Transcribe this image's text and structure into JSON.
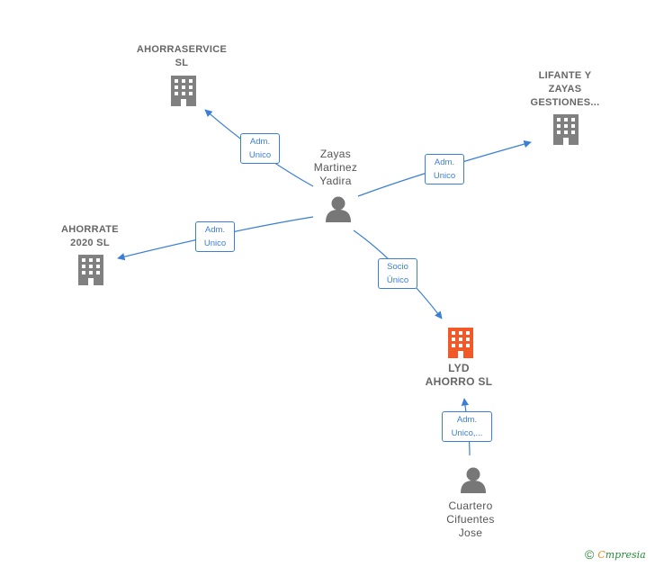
{
  "colors": {
    "edge": "#3a7fd5",
    "building": "#808080",
    "building_main": "#f05a28",
    "person": "#777777"
  },
  "nodes": {
    "ahorraservice": {
      "lines": [
        "AHORRASERVICE",
        "SL"
      ],
      "icon": "building-icon"
    },
    "lifante": {
      "lines": [
        "LIFANTE Y",
        "ZAYAS",
        "GESTIONES..."
      ],
      "icon": "building-icon"
    },
    "ahorrate": {
      "lines": [
        "AHORRATE",
        "2020  SL"
      ],
      "icon": "building-icon"
    },
    "lyd": {
      "lines": [
        "LYD",
        "AHORRO  SL"
      ],
      "icon": "building-icon"
    },
    "zayas": {
      "lines": [
        "Zayas",
        "Martinez",
        "Yadira"
      ],
      "icon": "person-icon"
    },
    "cuartero": {
      "lines": [
        "Cuartero",
        "Cifuentes",
        "Jose"
      ],
      "icon": "person-icon"
    }
  },
  "edges": {
    "to_ahorraservice": {
      "lines": [
        "Adm.",
        "Unico"
      ]
    },
    "to_lifante": {
      "lines": [
        "Adm.",
        "Unico"
      ]
    },
    "to_ahorrate": {
      "lines": [
        "Adm.",
        "Unico"
      ]
    },
    "to_lyd": {
      "lines": [
        "Socio",
        "Único"
      ]
    },
    "cuartero_to_lyd": {
      "lines": [
        "Adm.",
        "Unico,..."
      ]
    }
  },
  "footer": {
    "copyright": "©",
    "brand_first": "C",
    "brand_rest": "mpresia"
  }
}
